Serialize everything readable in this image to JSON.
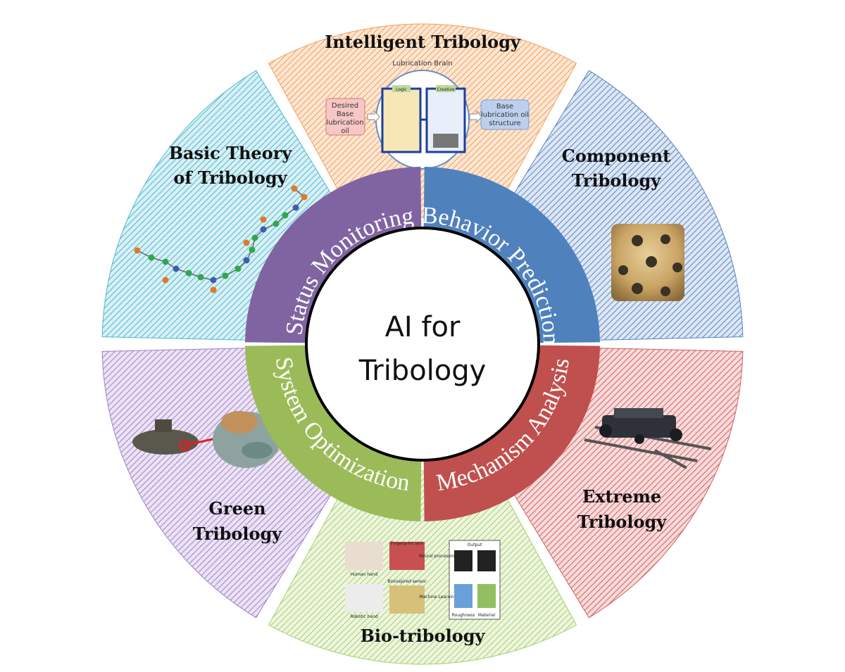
{
  "center": {
    "line1": "AI for",
    "line2": "Tribology"
  },
  "ring": [
    {
      "label": "Status Monitoring",
      "color": "#8064a2"
    },
    {
      "label": "Behavior Prediction",
      "color": "#4f81bd"
    },
    {
      "label": "Mechanism Analysis",
      "color": "#c0504d"
    },
    {
      "label": "System Optimization",
      "color": "#9bbb59"
    }
  ],
  "sectors": {
    "intelligent": {
      "title": "Intelligent Tribology",
      "color": "#f5a35c"
    },
    "component": {
      "title_line1": "Component",
      "title_line2": "Tribology",
      "color": "#4f81bd"
    },
    "extreme": {
      "title_line1": "Extreme",
      "title_line2": "Tribology",
      "color": "#d9534f"
    },
    "bio": {
      "title": "Bio-tribology",
      "color": "#a8cf6a"
    },
    "green": {
      "title_line1": "Green",
      "title_line2": "Tribology",
      "color": "#a07cc5"
    },
    "basic": {
      "title_line1": "Basic Theory",
      "title_line2": "of Tribology",
      "color": "#4bb8d0"
    }
  },
  "lubrication_brain": {
    "title": "Lubrication Brain",
    "input_line1": "Desired",
    "input_line2": "Base",
    "input_line3": "lubrication",
    "input_line4": "oil",
    "logic": "Logic",
    "creative": "Creative",
    "output_line1": "Base",
    "output_line2": "lubrication oil",
    "output_line3": "structure"
  },
  "bio_figure": {
    "human_hand": "Human hand",
    "fingerprint_skin": "Fingerprint skin",
    "neural_processing": "Neural processing",
    "output": "Output",
    "robotic_hand": "Robotic hand",
    "bioinspired_sensor": "Bioinspired sensor",
    "machine_learning": "Machine Learning",
    "roughness": "Roughness",
    "material": "Material"
  }
}
